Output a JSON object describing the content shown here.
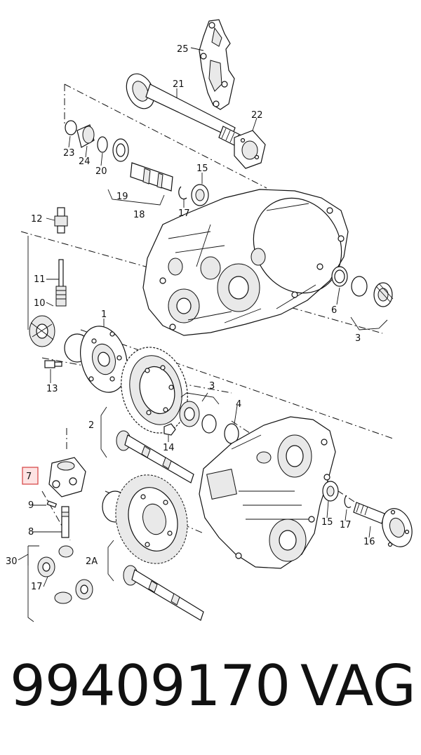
{
  "diagram": {
    "labels": {
      "l25": "25",
      "l21": "21",
      "l22": "22",
      "l23": "23",
      "l24": "24",
      "l20": "20",
      "l19": "19",
      "l18": "18",
      "l15a": "15",
      "l17a": "17",
      "l12": "12",
      "l11": "11",
      "l10": "10",
      "l1": "1",
      "l13": "13",
      "l6": "6",
      "l3a": "3",
      "l3b": "3",
      "l4": "4",
      "l2": "2",
      "l14": "14",
      "l7": "7",
      "l9": "9",
      "l8": "8",
      "l30": "30",
      "l17b": "17",
      "l2A": "2A",
      "l15b": "15",
      "l17c": "17",
      "l16": "16"
    },
    "highlighted_part": "7"
  },
  "footer": {
    "part_number": "99409170",
    "brand": "VAG"
  },
  "colors": {
    "highlight_fill": "#fde3e3",
    "highlight_stroke": "#d84c4c"
  }
}
